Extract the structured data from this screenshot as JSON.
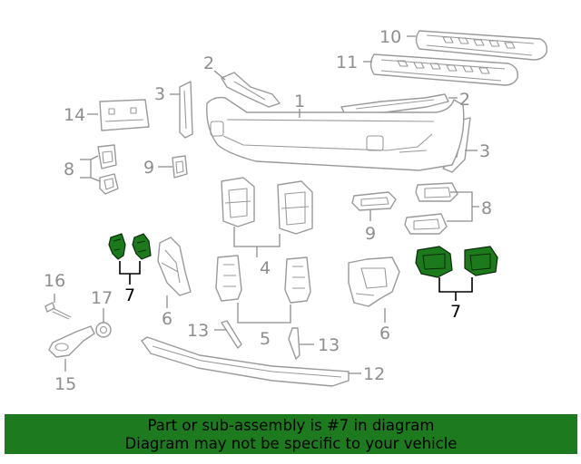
{
  "callouts": {
    "c1": "1",
    "c2a": "2",
    "c2b": "2",
    "c3a": "3",
    "c3b": "3",
    "c4": "4",
    "c5": "5",
    "c6a": "6",
    "c6b": "6",
    "c7a": "7",
    "c7b": "7",
    "c8a": "8",
    "c8b": "8",
    "c9a": "9",
    "c9b": "9",
    "c10": "10",
    "c11": "11",
    "c12": "12",
    "c13a": "13",
    "c13b": "13",
    "c14": "14",
    "c15": "15",
    "c16": "16",
    "c17": "17"
  },
  "highlight": {
    "part_number": "7",
    "color": "#1e7a1e"
  },
  "banner": {
    "line1": "Part or sub-assembly is #7 in diagram",
    "line2": "Diagram may not be specific to your vehicle"
  }
}
